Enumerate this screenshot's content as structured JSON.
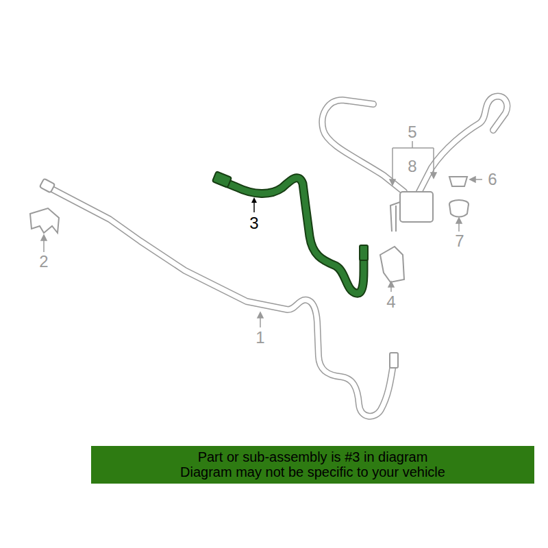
{
  "diagram": {
    "nodes": [
      {
        "text": [
          "Part or sub-assembly is #3 in diagram",
          "Diagram may not be specific to your vehicle"
        ]
      }
    ],
    "labels": [
      "5",
      "8",
      "6",
      "3",
      "7",
      "2",
      "4",
      "1"
    ]
  }
}
